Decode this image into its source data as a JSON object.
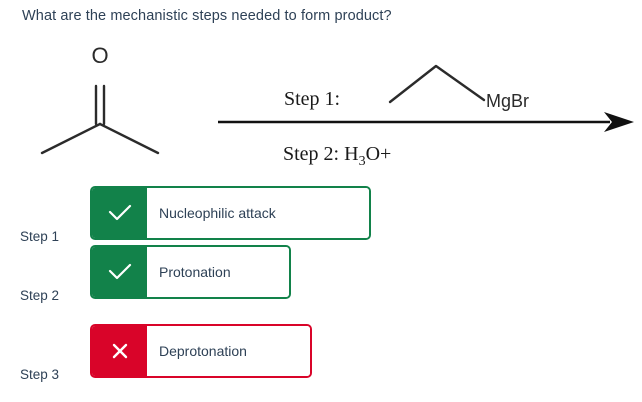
{
  "question": {
    "prompt": "What are the mechanistic steps needed to form product?"
  },
  "reaction": {
    "reactant": {
      "name": "acetone",
      "oxygen_label": "O"
    },
    "conditions": {
      "step1_label": "Step 1:",
      "step1_reagent_label": "MgBr",
      "step2_label": "Step 2: H",
      "step2_subscript": "3",
      "step2_tail": "O+"
    },
    "arrow": {
      "direction": "right"
    }
  },
  "answers": {
    "step_labels": [
      "Step 1",
      "Step 2",
      "Step 3"
    ],
    "items": [
      {
        "label": "Nucleophilic attack",
        "status": "correct",
        "icon": "check-icon"
      },
      {
        "label": "Protonation",
        "status": "correct",
        "icon": "check-icon"
      },
      {
        "label": "Deprotonation",
        "status": "incorrect",
        "icon": "cross-icon"
      }
    ]
  },
  "colors": {
    "correct_green": "#12824a",
    "incorrect_red": "#d90429",
    "text_slate": "#2e4156",
    "structure_black": "#2b2b2b",
    "background": "#ffffff"
  }
}
